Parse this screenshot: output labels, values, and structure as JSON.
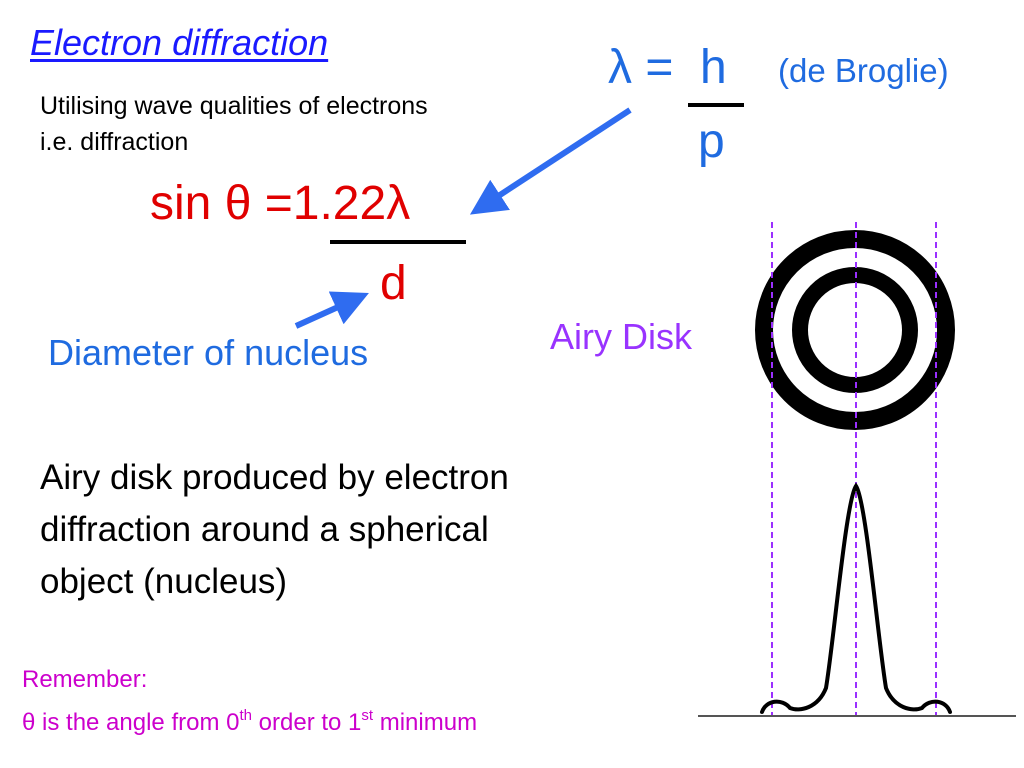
{
  "title": "Electron diffraction",
  "subtitle": {
    "line1": "Utilising wave qualities of electrons",
    "line2": "i.e. diffraction"
  },
  "de_broglie": {
    "lhs": "λ =",
    "numerator": "h",
    "denominator": "p",
    "note": "(de Broglie)"
  },
  "sin_formula": {
    "lhs": "sin θ =",
    "numerator": "1.22λ",
    "denominator": "d"
  },
  "diameter_label": "Diameter of nucleus",
  "airy_label": "Airy Disk",
  "description": {
    "line1": "Airy disk produced by electron",
    "line2": "diffraction around a spherical",
    "line3": "object (nucleus)"
  },
  "remember": {
    "heading": "Remember:",
    "theta": "θ",
    "text1": " is the angle from 0",
    "sup1": "th",
    "text2": " order to 1",
    "sup2": "st",
    "text3": " minimum"
  },
  "colors": {
    "title": "#1a1aff",
    "formula": "#e00000",
    "blue_text": "#1f6be0",
    "arrow": "#2f6cf0",
    "airy": "#9933ff",
    "remember": "#cc00cc",
    "guide": "#9b30ff"
  }
}
